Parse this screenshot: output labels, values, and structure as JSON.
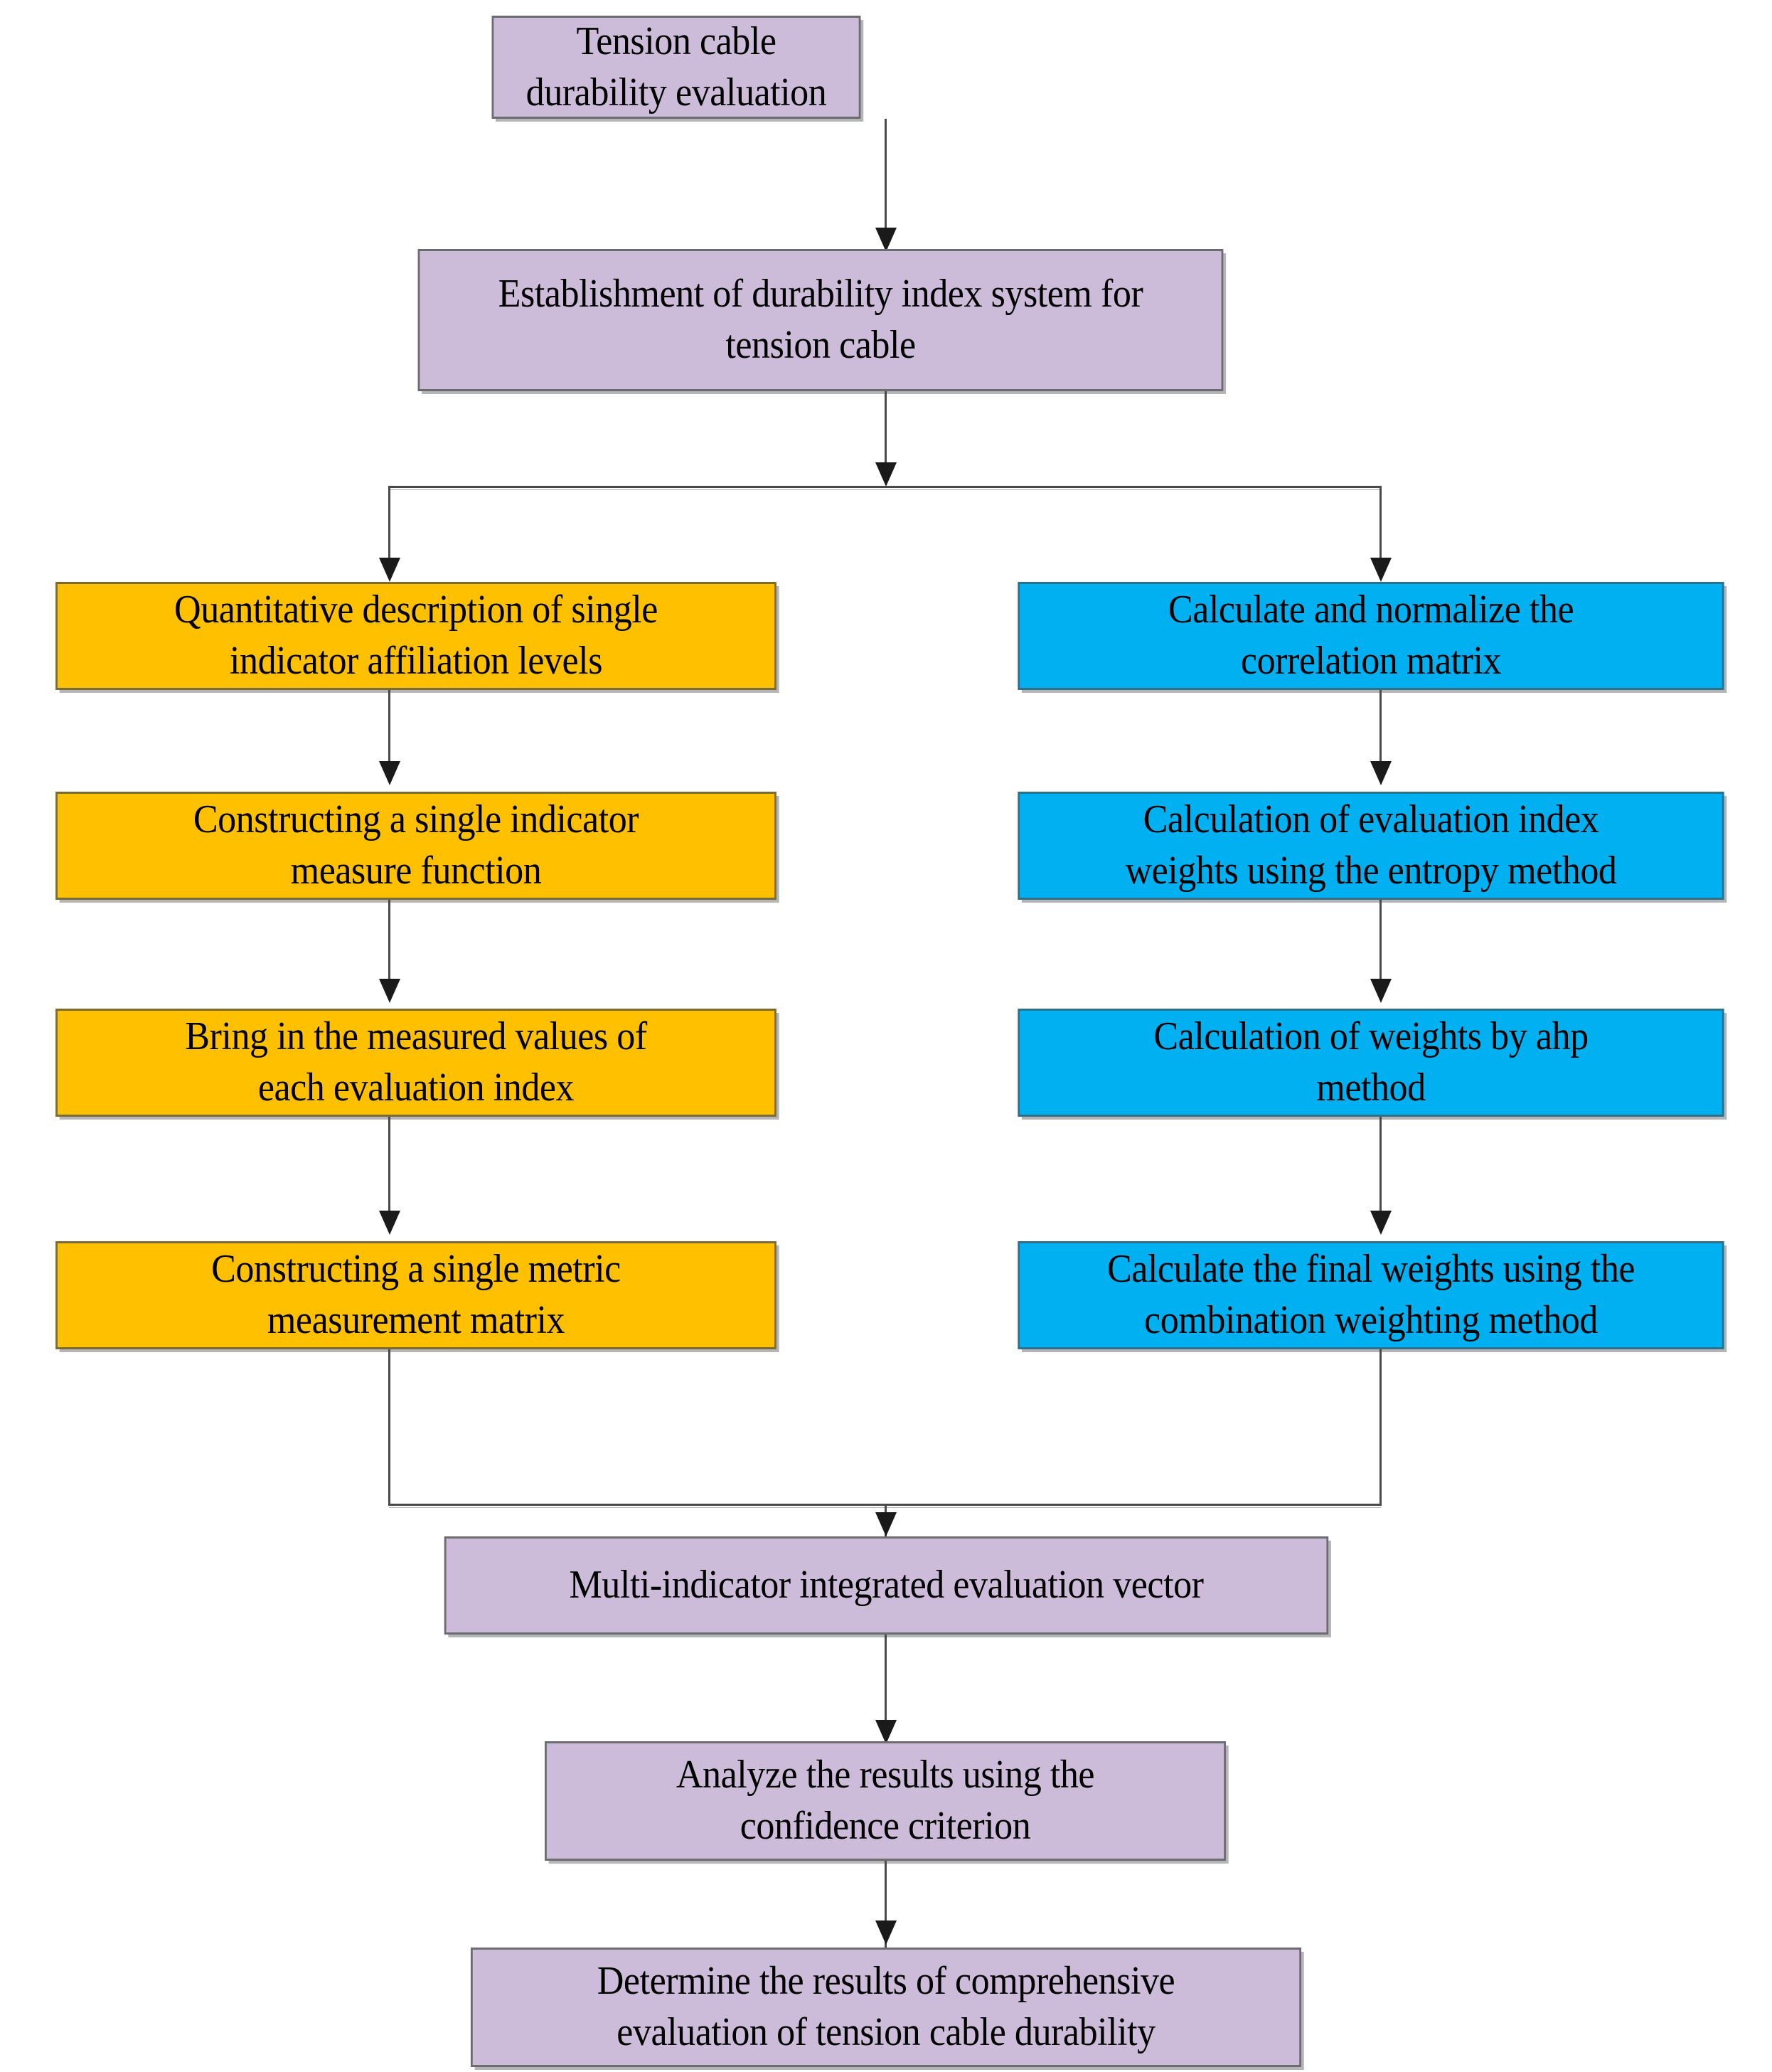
{
  "diagram": {
    "title": "Tension cable durability evaluation flowchart",
    "colors": {
      "purple": "#CDBCD9",
      "orange": "#FFC000",
      "blue": "#00B0F0",
      "border": "#6E6E72",
      "connector": "#4A4A4A",
      "text": "#000000",
      "background": "#FFFFFF"
    },
    "nodes": {
      "start": "Tension cable durability evaluation",
      "index_system": "Establishment of durability index system for\ntension cable",
      "left_1": "Quantitative description of single\nindicator affiliation levels",
      "left_2": "Constructing a single indicator\nmeasure function",
      "left_3": "Bring in the measured values of\neach evaluation index",
      "left_4": "Constructing a single metric\nmeasurement matrix",
      "right_1": "Calculate and normalize the\ncorrelation matrix",
      "right_2": "Calculation of evaluation index\nweights using the entropy method",
      "right_3": "Calculation of weights by ahp\nmethod",
      "right_4": "Calculate the final weights using the\ncombination weighting method",
      "merge_1": "Multi-indicator integrated evaluation vector",
      "merge_2": "Analyze the results using the\nconfidence criterion",
      "merge_3": "Determine the results of comprehensive\nevaluation of tension cable durability"
    }
  }
}
